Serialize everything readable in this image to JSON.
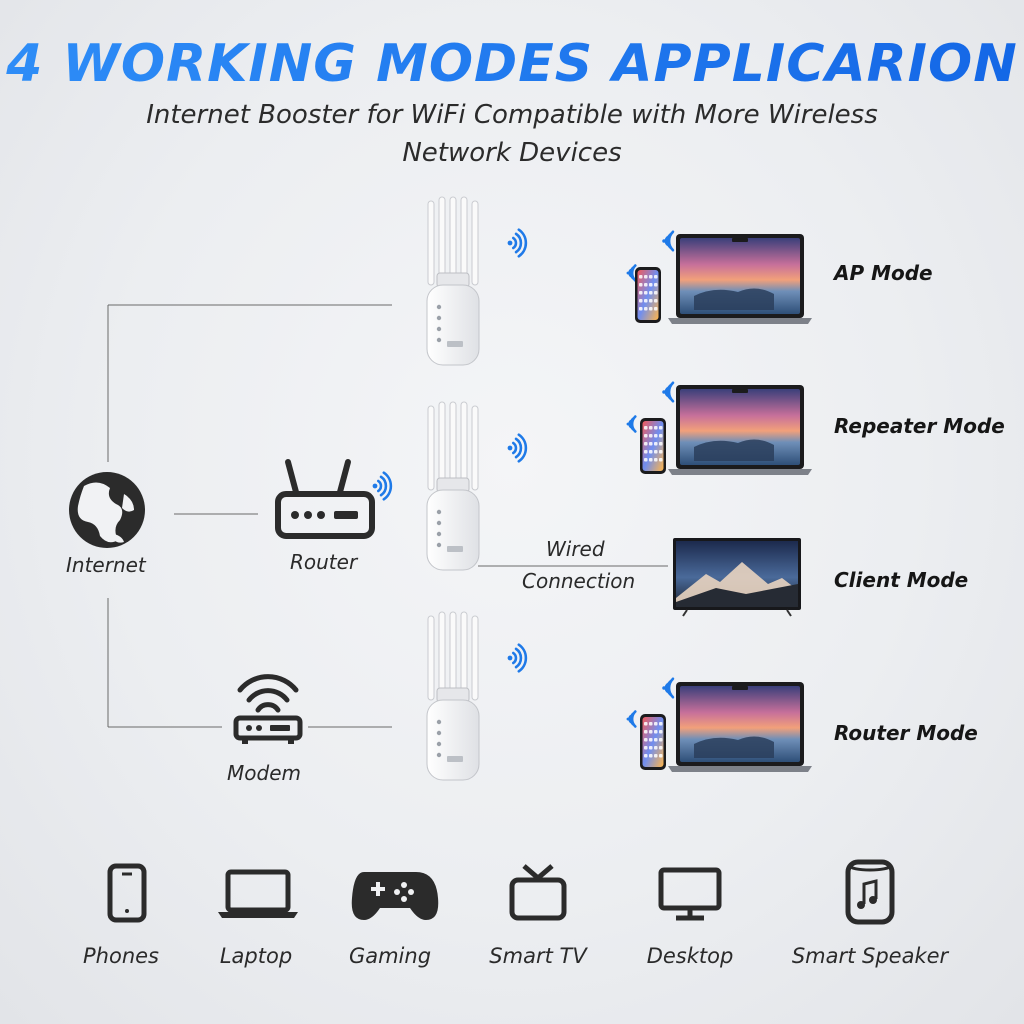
{
  "title": "4 WORKING MODES APPLICARION",
  "subtitle": "Internet Booster for WiFi Compatible with More Wireless Network Devices",
  "sources": {
    "internet_label": "Internet",
    "router_label": "Router",
    "modem_label": "Modem"
  },
  "wired": {
    "line1": "Wired",
    "line2": "Connection"
  },
  "modes": [
    "AP Mode",
    "Repeater Mode",
    "Client Mode",
    "Router Mode"
  ],
  "device_categories": [
    "Phones",
    "Laptop",
    "Gaming",
    "Smart TV",
    "Desktop",
    "Smart Speaker"
  ],
  "colors": {
    "title_blue": "#1a72ea",
    "wifi_blue": "#1f7ae8",
    "icon_dark": "#2b2b2b"
  }
}
